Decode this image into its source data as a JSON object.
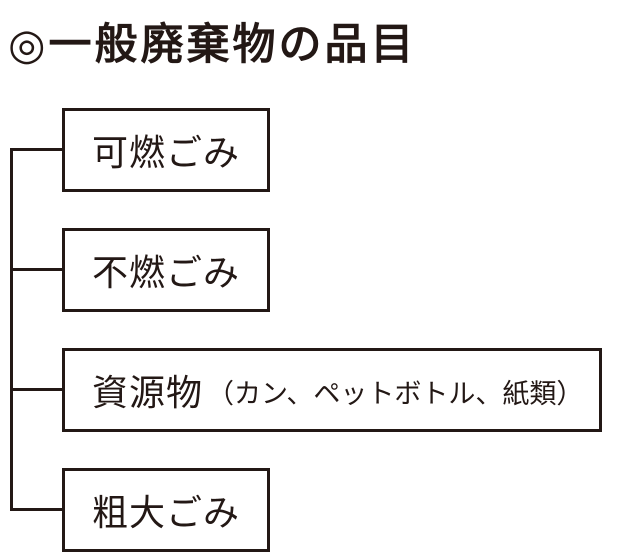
{
  "page": {
    "background_color": "#ffffff",
    "line_color": "#231815",
    "text_color": "#231815"
  },
  "title": "◎一般廃棄物の品目",
  "tree": {
    "items": [
      {
        "label": "可燃ごみ",
        "note": ""
      },
      {
        "label": "不燃ごみ",
        "note": ""
      },
      {
        "label": "資源物",
        "note": "（カン、ペットボトル、紙類）"
      },
      {
        "label": "粗大ごみ",
        "note": ""
      }
    ]
  }
}
